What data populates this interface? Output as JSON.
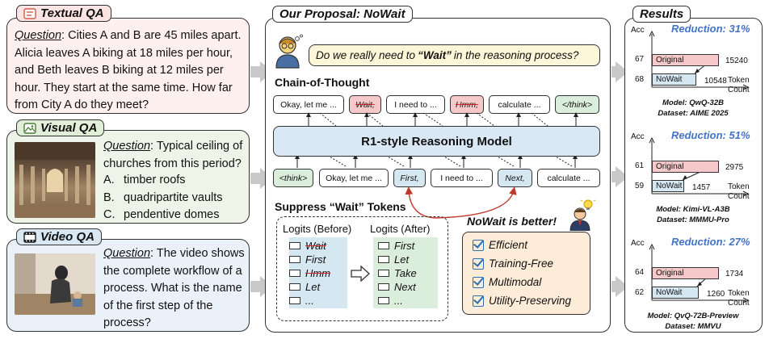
{
  "textual_qa": {
    "title": "Textual QA",
    "question_label": "Question",
    "question_text": ": Cities A and B are 45 miles apart. Alicia leaves A biking at 18 miles per hour, and Beth leaves B biking at 12 miles per hour. They start at the same time. How far from City A do they meet?"
  },
  "visual_qa": {
    "title": "Visual QA",
    "question_label": "Question",
    "question_text": ": Typical ceiling of churches from this period?",
    "options": [
      {
        "letter": "A.",
        "text": "timber roofs"
      },
      {
        "letter": "B.",
        "text": "quadripartite vaults"
      },
      {
        "letter": "C.",
        "text": "pendentive domes"
      }
    ]
  },
  "video_qa": {
    "title": "Video QA",
    "question_label": "Question",
    "question_text": ": The video shows the complete workflow of a process. What is the name of the first step of the process?"
  },
  "proposal": {
    "title": "Our Proposal: NoWait",
    "bubble_pre": "Do we really need to ",
    "bubble_bold": "“Wait”",
    "bubble_post": " in the reasoning process?",
    "cot_title": "Chain-of-Thought",
    "cot_tokens": [
      "Okay, let me ...",
      "Wait,",
      "I need to ...",
      "Hmm,",
      "calculate ...",
      "</think>"
    ],
    "model_label": "R1-style Reasoning Model",
    "input_tokens": [
      "<think>",
      "Okay, let me ...",
      "First,",
      "I need to ...",
      "Next,",
      "calculate ..."
    ],
    "suppress_title": "Suppress “Wait” Tokens",
    "logits_before_title": "Logits (Before)",
    "logits_before": [
      "Wait",
      "First",
      "Hmm",
      "Let",
      "..."
    ],
    "logits_after_title": "Logits (After)",
    "logits_after": [
      "First",
      "Let",
      "Take",
      "Next",
      "..."
    ],
    "better_title": "NoWait is better!",
    "benefits": [
      "Efficient",
      "Training-Free",
      "Multimodal",
      "Utility-Preserving"
    ]
  },
  "results": {
    "title": "Results",
    "acc_label": "Acc",
    "token_label": "Token",
    "count_label": "Count",
    "original_label": "Original",
    "nowait_label": "NoWait",
    "items": [
      {
        "reduction": "Reduction: 31%",
        "orig_acc": "67",
        "orig_tokens": "15240",
        "nowait_acc": "68",
        "nowait_tokens": "10548",
        "model": "Model: QwQ-32B",
        "dataset": "Dataset: AIME 2025",
        "orig_frac": 1.0,
        "nowait_frac": 0.69
      },
      {
        "reduction": "Reduction: 51%",
        "orig_acc": "61",
        "orig_tokens": "2975",
        "nowait_acc": "59",
        "nowait_tokens": "1457",
        "model": "Model: Kimi-VL-A3B",
        "dataset": "Dataset: MMMU-Pro",
        "orig_frac": 1.0,
        "nowait_frac": 0.49
      },
      {
        "reduction": "Reduction: 27%",
        "orig_acc": "64",
        "orig_tokens": "1734",
        "nowait_acc": "62",
        "nowait_tokens": "1260",
        "model": "Model: QvQ-72B-Preview",
        "dataset": "Dataset: MMVU",
        "orig_frac": 1.0,
        "nowait_frac": 0.73
      }
    ]
  }
}
